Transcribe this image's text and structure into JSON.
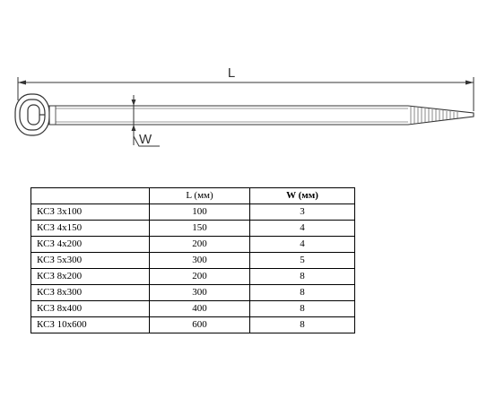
{
  "drawing": {
    "length_label": "L",
    "width_label": "W"
  },
  "table": {
    "headers": [
      "",
      "L (мм)",
      "W (мм)"
    ],
    "rows": [
      {
        "name": "КСЗ 3х100",
        "l": "100",
        "w": "3"
      },
      {
        "name": "КСЗ 4х150",
        "l": "150",
        "w": "4"
      },
      {
        "name": "КСЗ 4х200",
        "l": "200",
        "w": "4"
      },
      {
        "name": "КСЗ 5х300",
        "l": "300",
        "w": "5"
      },
      {
        "name": "КСЗ 8х200",
        "l": "200",
        "w": "8"
      },
      {
        "name": "КСЗ 8х300",
        "l": "300",
        "w": "8"
      },
      {
        "name": "КСЗ 8х400",
        "l": "400",
        "w": "8"
      },
      {
        "name": "КСЗ 10х600",
        "l": "600",
        "w": "8"
      }
    ]
  }
}
